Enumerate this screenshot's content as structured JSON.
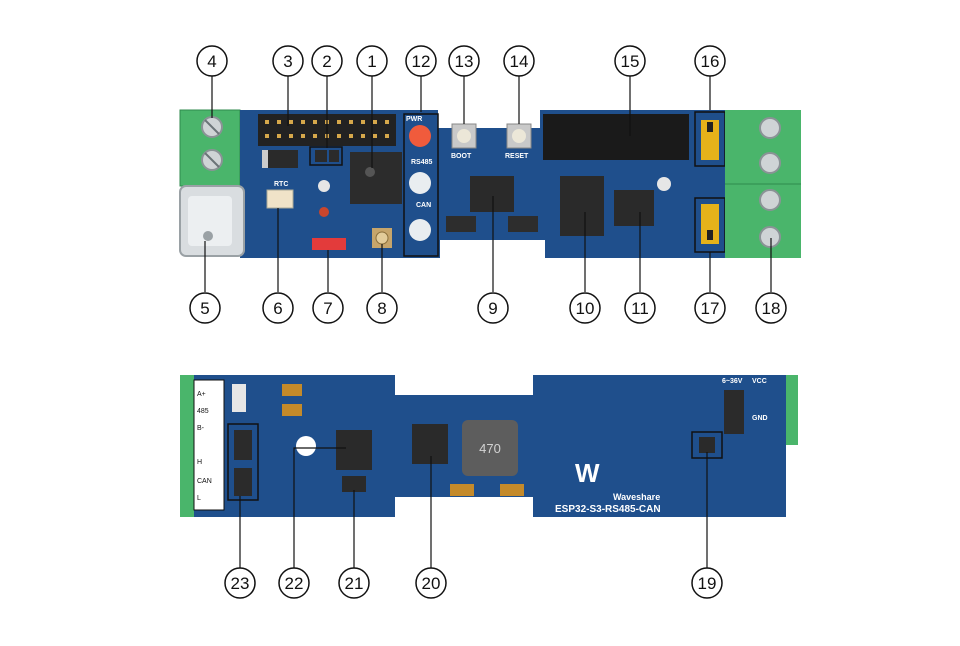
{
  "callouts": {
    "top": [
      "4",
      "3",
      "2",
      "1",
      "12",
      "13",
      "14",
      "15",
      "16",
      "5",
      "6",
      "7",
      "8",
      "9",
      "10",
      "11",
      "17",
      "18"
    ],
    "bottom": [
      "23",
      "22",
      "21",
      "20",
      "19"
    ]
  },
  "silkscreen": {
    "pwr": "PWR",
    "rs485": "RS485",
    "can": "CAN",
    "rtc": "RTC",
    "boot": "BOOT",
    "reset": "RESET",
    "a_plus": "A+",
    "b_minus": "B-",
    "n485": "485",
    "h": "H",
    "can_side": "CAN",
    "l": "L",
    "vcc": "VCC",
    "gnd": "GND",
    "voltage": "6~36V",
    "inductor": "470",
    "brand": "Waveshare",
    "model": "ESP32-S3-RS485-CAN"
  },
  "colors": {
    "pcb": "#1f4f8c",
    "terminal": "#49b36a",
    "callout_line": "#111111"
  }
}
